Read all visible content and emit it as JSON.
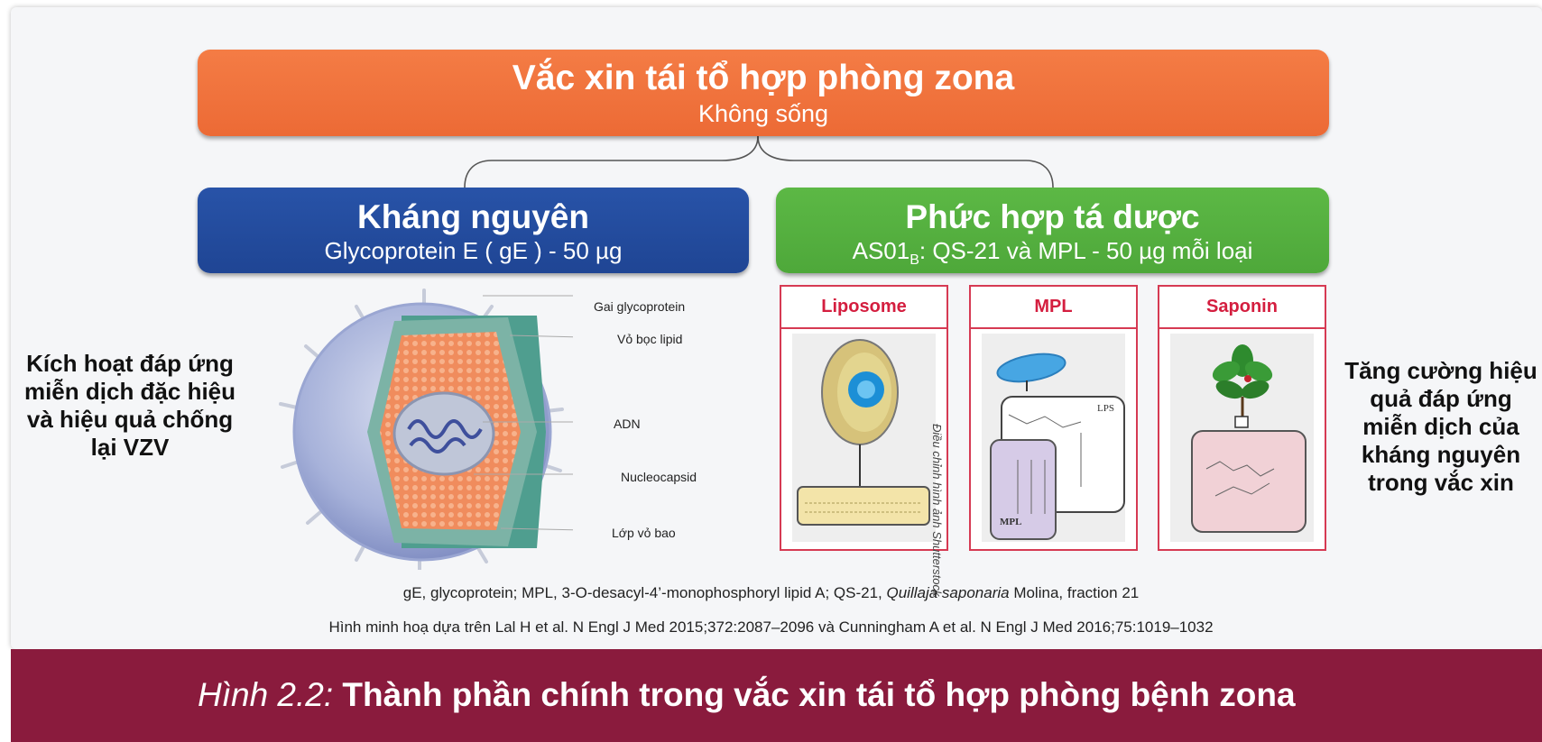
{
  "top": {
    "title": "Vắc xin tái tổ hợp phòng zona",
    "subtitle": "Không sống"
  },
  "antigen": {
    "title": "Kháng nguyên",
    "subtitle": "Glycoprotein E ( gE ) - 50 µg"
  },
  "adjuvant": {
    "title": "Phức hợp tá dược",
    "subtitle_prefix": "AS01",
    "subtitle_sub": "B",
    "subtitle_rest": ": QS-21 và MPL - 50 µg mỗi loại"
  },
  "left_note": "Kích hoạt đáp ứng miễn dịch đặc hiệu và hiệu quả chống lại VZV",
  "right_note": "Tăng cường hiệu quả đáp ứng miễn dịch của kháng nguyên trong vắc xin",
  "virus_labels": [
    "Gai glycoprotein",
    "Vỏ bọc lipid",
    "ADN",
    "Nucleocapsid",
    "Lớp vỏ bao"
  ],
  "cards": [
    {
      "title": "Liposome"
    },
    {
      "title": "MPL"
    },
    {
      "title": "Saponin"
    }
  ],
  "mpl_image_labels": {
    "lps": "LPS",
    "mpl": "MPL"
  },
  "image_credit": "Điều chỉnh hình ảnh Shutterstock",
  "footnote": {
    "prefix": "gE, glycoprotein; MPL, 3-O-desacyl-4’-monophosphoryl lipid A; QS-21, ",
    "italic": "Quillaja saponaria",
    "suffix": " Molina, fraction 21"
  },
  "reference": "Hình minh hoạ dựa trên Lal H et al. N Engl J Med 2015;372:2087–2096 và Cunningham A et al. N Engl J Med 2016;75:1019–1032",
  "caption": {
    "label": "Hình 2.2:",
    "text": " Thành phần chính trong vắc xin tái tổ hợp phòng bệnh zona"
  },
  "colors": {
    "orange": "#ec6a35",
    "blue": "#1f4594",
    "green": "#4ea83a",
    "accent_red": "#d41e3f",
    "banner": "#8a1b3d"
  }
}
